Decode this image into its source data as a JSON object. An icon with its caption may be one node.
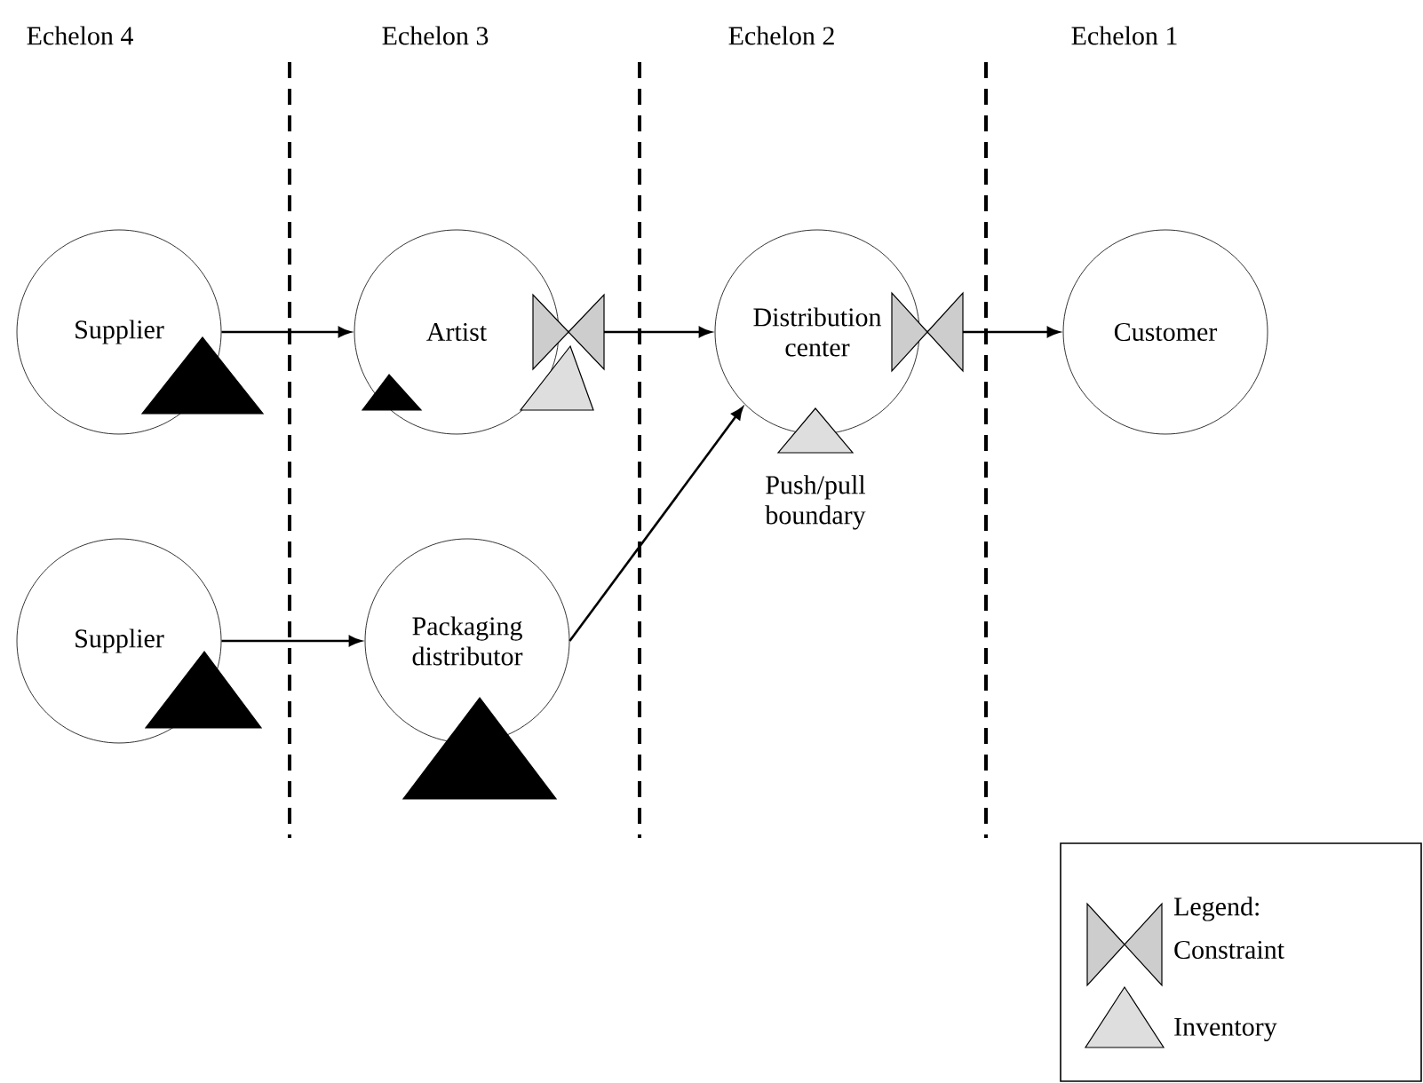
{
  "diagram": {
    "nodes": [
      {
        "text": [
          "Supplier"
        ]
      },
      {
        "text": [
          "Artist"
        ]
      },
      {
        "text": [
          "Distribution center"
        ],
        "beside": [
          "Push/pull boundary"
        ]
      },
      {
        "text": [
          "Customer"
        ]
      },
      {
        "text": [
          "Supplier"
        ]
      },
      {
        "text": [
          "Packaging distributor"
        ]
      }
    ],
    "edges": [
      {
        "from": 0,
        "to": 1,
        "arrow": "to"
      },
      {
        "from": 1,
        "to": 2,
        "arrow": "to"
      },
      {
        "from": 2,
        "to": 3,
        "arrow": "to"
      },
      {
        "from": 4,
        "to": 5,
        "arrow": "to"
      },
      {
        "from": 5,
        "to": 2,
        "arrow": "to"
      }
    ],
    "labels": [
      "Echelon 4",
      "Echelon 3",
      "Echelon 2",
      "Echelon 1",
      "Legend:"
    ],
    "legend": [
      {
        "text": "Constraint"
      },
      {
        "text": "Inventory"
      }
    ]
  }
}
